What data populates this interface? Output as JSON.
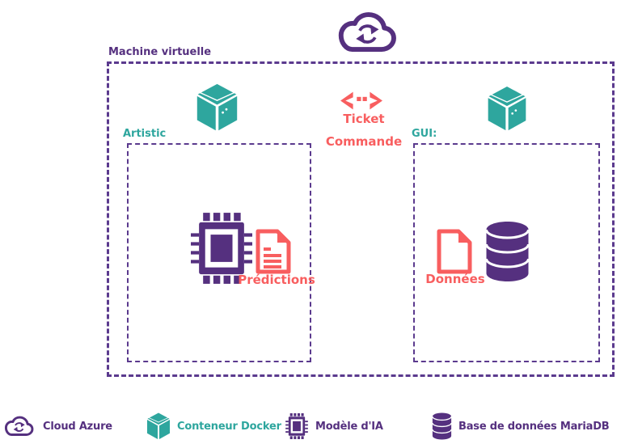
{
  "colors": {
    "purple": "#55307f",
    "teal": "#2ea69e",
    "red": "#f85e5f",
    "dash_border": "#5b3a8e"
  },
  "diagram": {
    "cloud_icon": "azure-cloud-sync-icon",
    "vm_box": {
      "label": "Machine virtuelle"
    },
    "exchange": {
      "icon": "data-exchange-arrows-icon",
      "line1": "Ticket",
      "line2": "Commande"
    },
    "api_container": {
      "label": "Artistic",
      "container_icon": "docker-container-icon",
      "chip_icon": "ai-model-chip-icon",
      "file_icon": "predictions-file-icon",
      "file_label": "Prédictions"
    },
    "gui_container": {
      "label": "GUI:",
      "container_icon": "docker-container-icon",
      "file_icon": "data-file-icon",
      "file_label": "Données",
      "db_icon": "mariadb-database-icon"
    }
  },
  "legend": {
    "items": [
      {
        "icon": "cloud-sync-icon",
        "label": "Cloud Azure"
      },
      {
        "icon": "docker-cube-icon",
        "label": "Conteneur Docker"
      },
      {
        "icon": "ai-chip-icon",
        "label": "Modèle d'IA"
      },
      {
        "icon": "database-cylinder-icon",
        "label": "Base de données MariaDB"
      }
    ]
  }
}
